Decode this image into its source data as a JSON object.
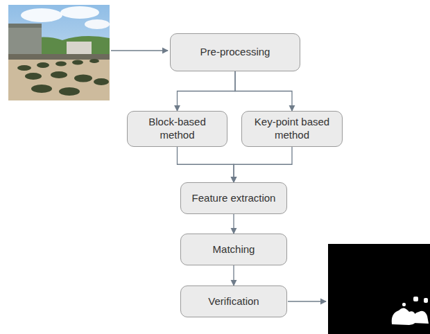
{
  "diagram": {
    "nodes": [
      {
        "text": [
          "Pre-processing"
        ]
      },
      {
        "text": [
          "Block-based method"
        ]
      },
      {
        "text": [
          "Key-point based method"
        ]
      },
      {
        "text": [
          "Feature extraction"
        ]
      },
      {
        "text": [
          "Matching"
        ]
      },
      {
        "text": [
          "Verification"
        ]
      }
    ],
    "edges": [
      {
        "from": 0,
        "to": 1,
        "arrow": "to"
      },
      {
        "from": 0,
        "to": 2,
        "arrow": "to"
      },
      {
        "from": 1,
        "to": 3,
        "arrow": "to"
      },
      {
        "from": 2,
        "to": 3,
        "arrow": "to"
      },
      {
        "from": 3,
        "to": 4,
        "arrow": "to"
      },
      {
        "from": 4,
        "to": 5,
        "arrow": "to"
      }
    ]
  }
}
